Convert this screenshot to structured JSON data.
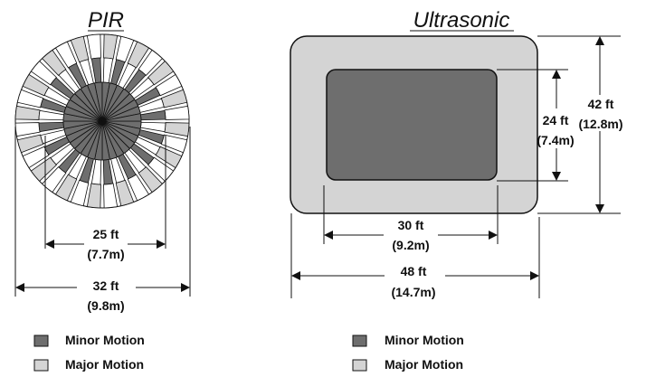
{
  "pir": {
    "title": "PIR",
    "dim_inner_ft": "25 ft",
    "dim_inner_m": "(7.7m)",
    "dim_outer_ft": "32 ft",
    "dim_outer_m": "(9.8m)",
    "legend_minor": "Minor Motion",
    "legend_major": "Major Motion"
  },
  "ultrasonic": {
    "title": "Ultrasonic",
    "dim_inner_w_ft": "30 ft",
    "dim_inner_w_m": "(9.2m)",
    "dim_outer_w_ft": "48 ft",
    "dim_outer_w_m": "(14.7m)",
    "dim_inner_h_ft": "24 ft",
    "dim_inner_h_m": "(7.4m)",
    "dim_outer_h_ft": "42 ft",
    "dim_outer_h_m": "(12.8m)",
    "legend_minor": "Minor Motion",
    "legend_major": "Major Motion"
  },
  "colors": {
    "minor": "#6e6e6e",
    "major": "#d4d4d4",
    "stroke": "#111111"
  }
}
